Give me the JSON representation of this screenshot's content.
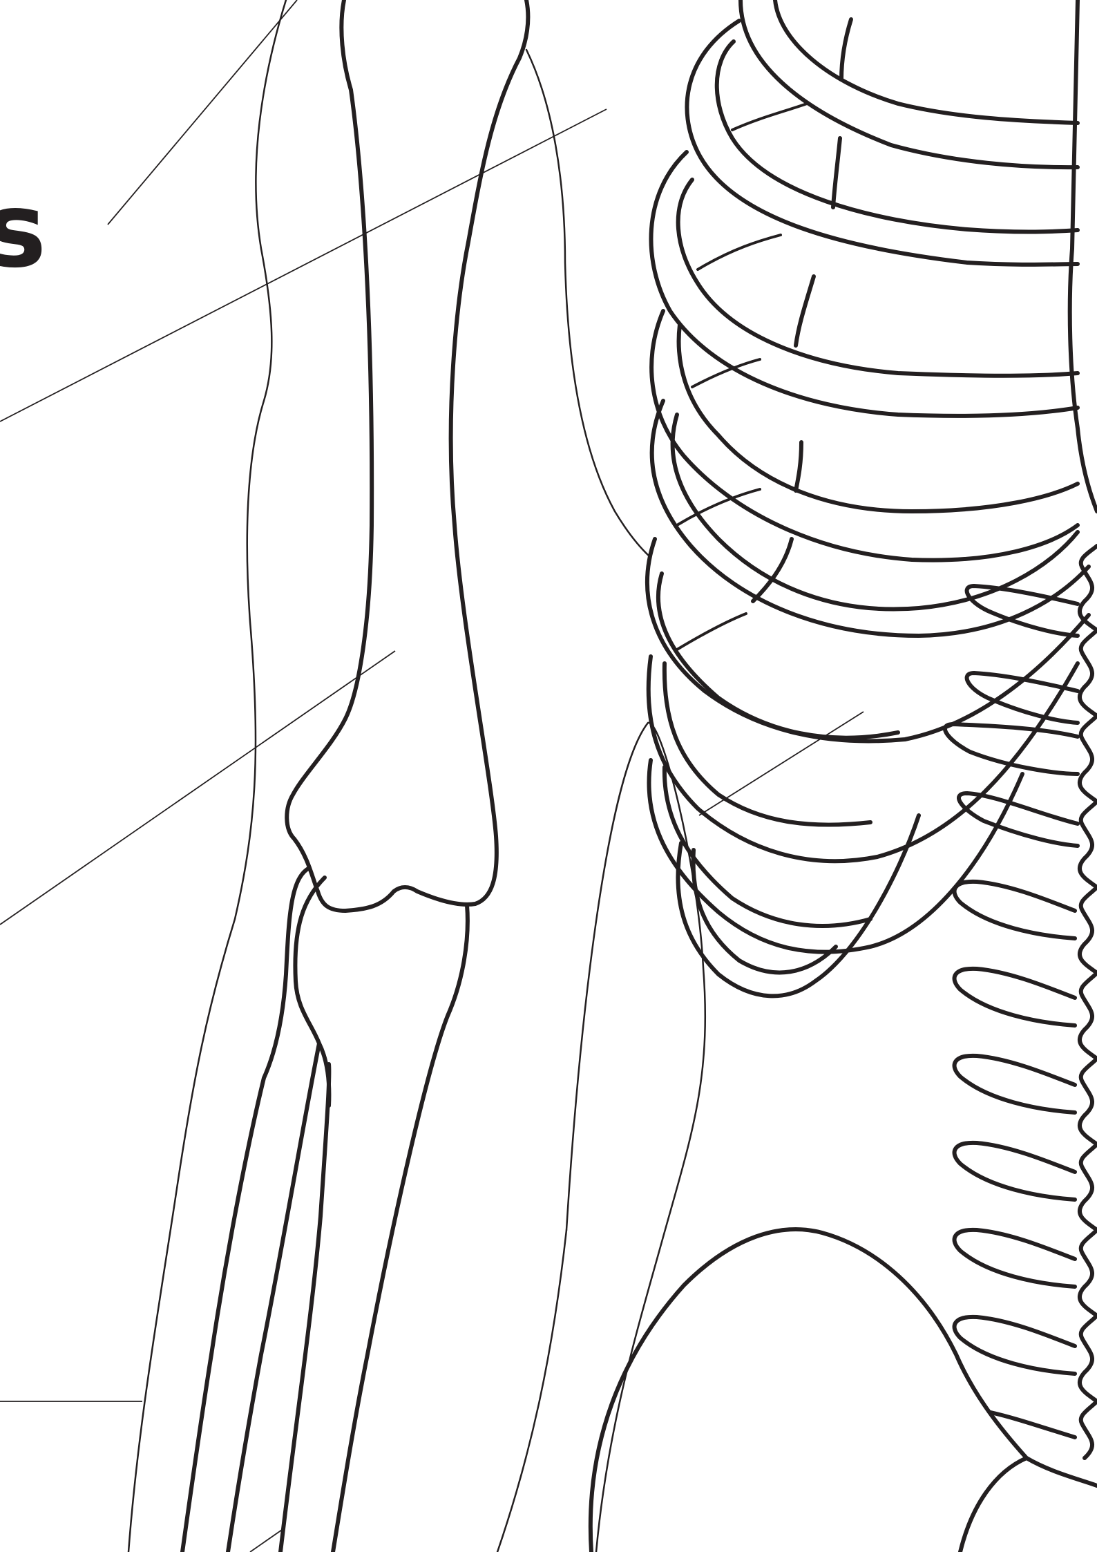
{
  "diagram": {
    "title_fragment": "s",
    "colors": {
      "line": "#231f20",
      "background": "#ffffff"
    },
    "parts": [
      "body-outline",
      "humerus",
      "radius",
      "ulna",
      "rib-cage",
      "spine",
      "pelvis",
      "label-leader-lines"
    ]
  }
}
